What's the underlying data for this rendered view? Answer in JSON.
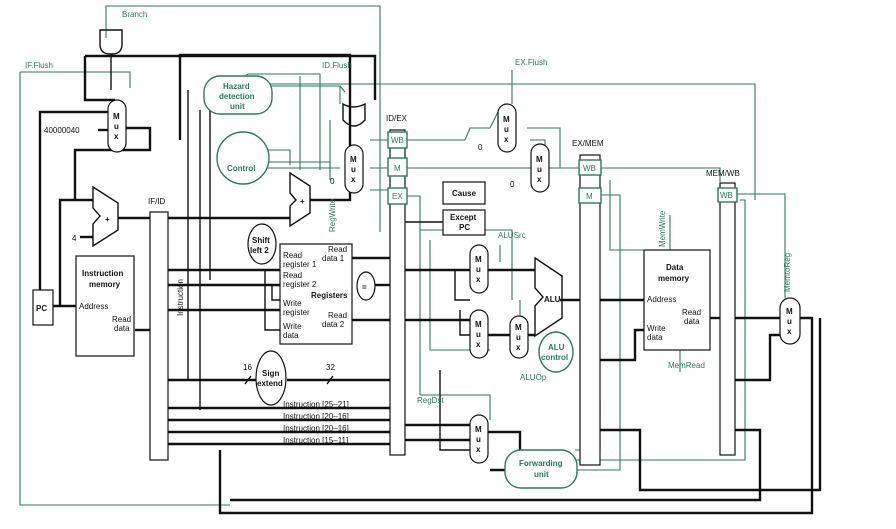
{
  "labels": {
    "branch": "Branch",
    "if_flush": "IF.Flush",
    "id_flush": "ID.Flush",
    "ex_flush": "EX.Flush",
    "hazard_line1": "Hazard",
    "hazard_line2": "detection",
    "hazard_line3": "unit",
    "control": "Control",
    "pc": "PC",
    "addr_const": "40000040",
    "four": "4",
    "zero": "0",
    "plus": "+",
    "equals": "=",
    "if_id": "IF/ID",
    "id_ex": "ID/EX",
    "ex_mem": "EX/MEM",
    "mem_wb": "MEM/WB",
    "wb": "WB",
    "m": "M",
    "ex": "EX",
    "instr_mem_line1": "Instruction",
    "instr_mem_line2": "memory",
    "address": "Address",
    "read": "Read",
    "data": "data",
    "instruction": "Instruction",
    "shift_line1": "Shift",
    "shift_line2": "left 2",
    "regwrite": "RegWrite",
    "read_register_1": "register 1",
    "read_register_2": "register 2",
    "read_data_1": "data 1",
    "read_data_2": "data 2",
    "registers": "Registers",
    "write": "Write",
    "register": "register",
    "sign_line1": "Sign",
    "sign_line2": "extend",
    "sixteen": "16",
    "thirtytwo": "32",
    "cause": "Cause",
    "except_line1": "Except",
    "except_line2": "PC",
    "alusrc": "ALUSrc",
    "alu": "ALU",
    "alu_control_line1": "ALU",
    "alu_control_line2": "control",
    "aluop": "ALUOp",
    "regdst": "RegDst",
    "instr_25_21": "Instruction [25–21]",
    "instr_20_16a": "Instruction [20–16]",
    "instr_20_16b": "Instruction [20–16]",
    "instr_15_11": "Instruction [15–11]",
    "forwarding_line1": "Forwarding",
    "forwarding_line2": "unit",
    "memwrite": "MemWrite",
    "data_mem_line1": "Data",
    "data_mem_line2": "memory",
    "memread": "MemRead",
    "memtoreg": "MemtoReg",
    "mux_m": "M",
    "mux_u": "u",
    "mux_x": "x"
  },
  "colors": {
    "control_lines": "#2a7a5a",
    "datapath_lines": "#111111",
    "background": "#ffffff"
  }
}
